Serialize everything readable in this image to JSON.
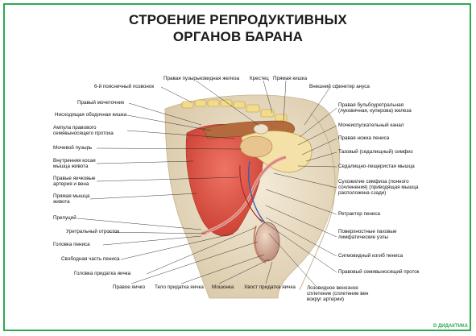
{
  "title": {
    "line1": "СТРОЕНИЕ РЕПРОДУКТИВНЫХ",
    "line2": "ОРГАНОВ БАРАНА"
  },
  "labels": {
    "top": [
      "Правая пузырьковидная железа",
      "Крестец",
      "Прямая кишка"
    ],
    "left": [
      "6-й поясничный позвонок",
      "Правый мочеточник",
      "Нисходящая ободочная кишка",
      "Ампула правового семявыносящего протока",
      "Мочевой пузырь",
      "Внутренняя косая мышца живота",
      "Правые яичковые артерия и вена",
      "Прямая мышца живота",
      "Препуций",
      "Уретральный отросток",
      "Головка пениса",
      "Свободная часть пениса",
      "Головка придатка яичка"
    ],
    "right": [
      "Внешний сфинктер ануса",
      "Правая бульбоуретральная (луковичная, куперова) железа",
      "Мочеиспускательный канал",
      "Правая ножка пениса",
      "Тазовый (седалищный) симфиз",
      "Седалищно-пещеристая мышца",
      "Сухожилие симфиза (лонного сочленения) (приводящая мышца расположена сзади)",
      "Ретрактор пениса",
      "Поверхностные паховые лимфатические узлы",
      "Сигмовидный изгиб пениса",
      "Правовый семявыносящий проток"
    ],
    "bottom": [
      "Правое яичко",
      "Тело придатка яичка",
      "Мошонка",
      "Хвост придатка яичка",
      "Лозовидное венозное сплетение (сплетение вен вокруг артерии)"
    ]
  },
  "logo": "D ДИДАКТИКА",
  "colors": {
    "frame": "#2fa84f",
    "skin": "#e9dcc4",
    "muscle": "#d94b3d",
    "bone": "#f2dc8c",
    "vessel": "#3a5fa8"
  }
}
